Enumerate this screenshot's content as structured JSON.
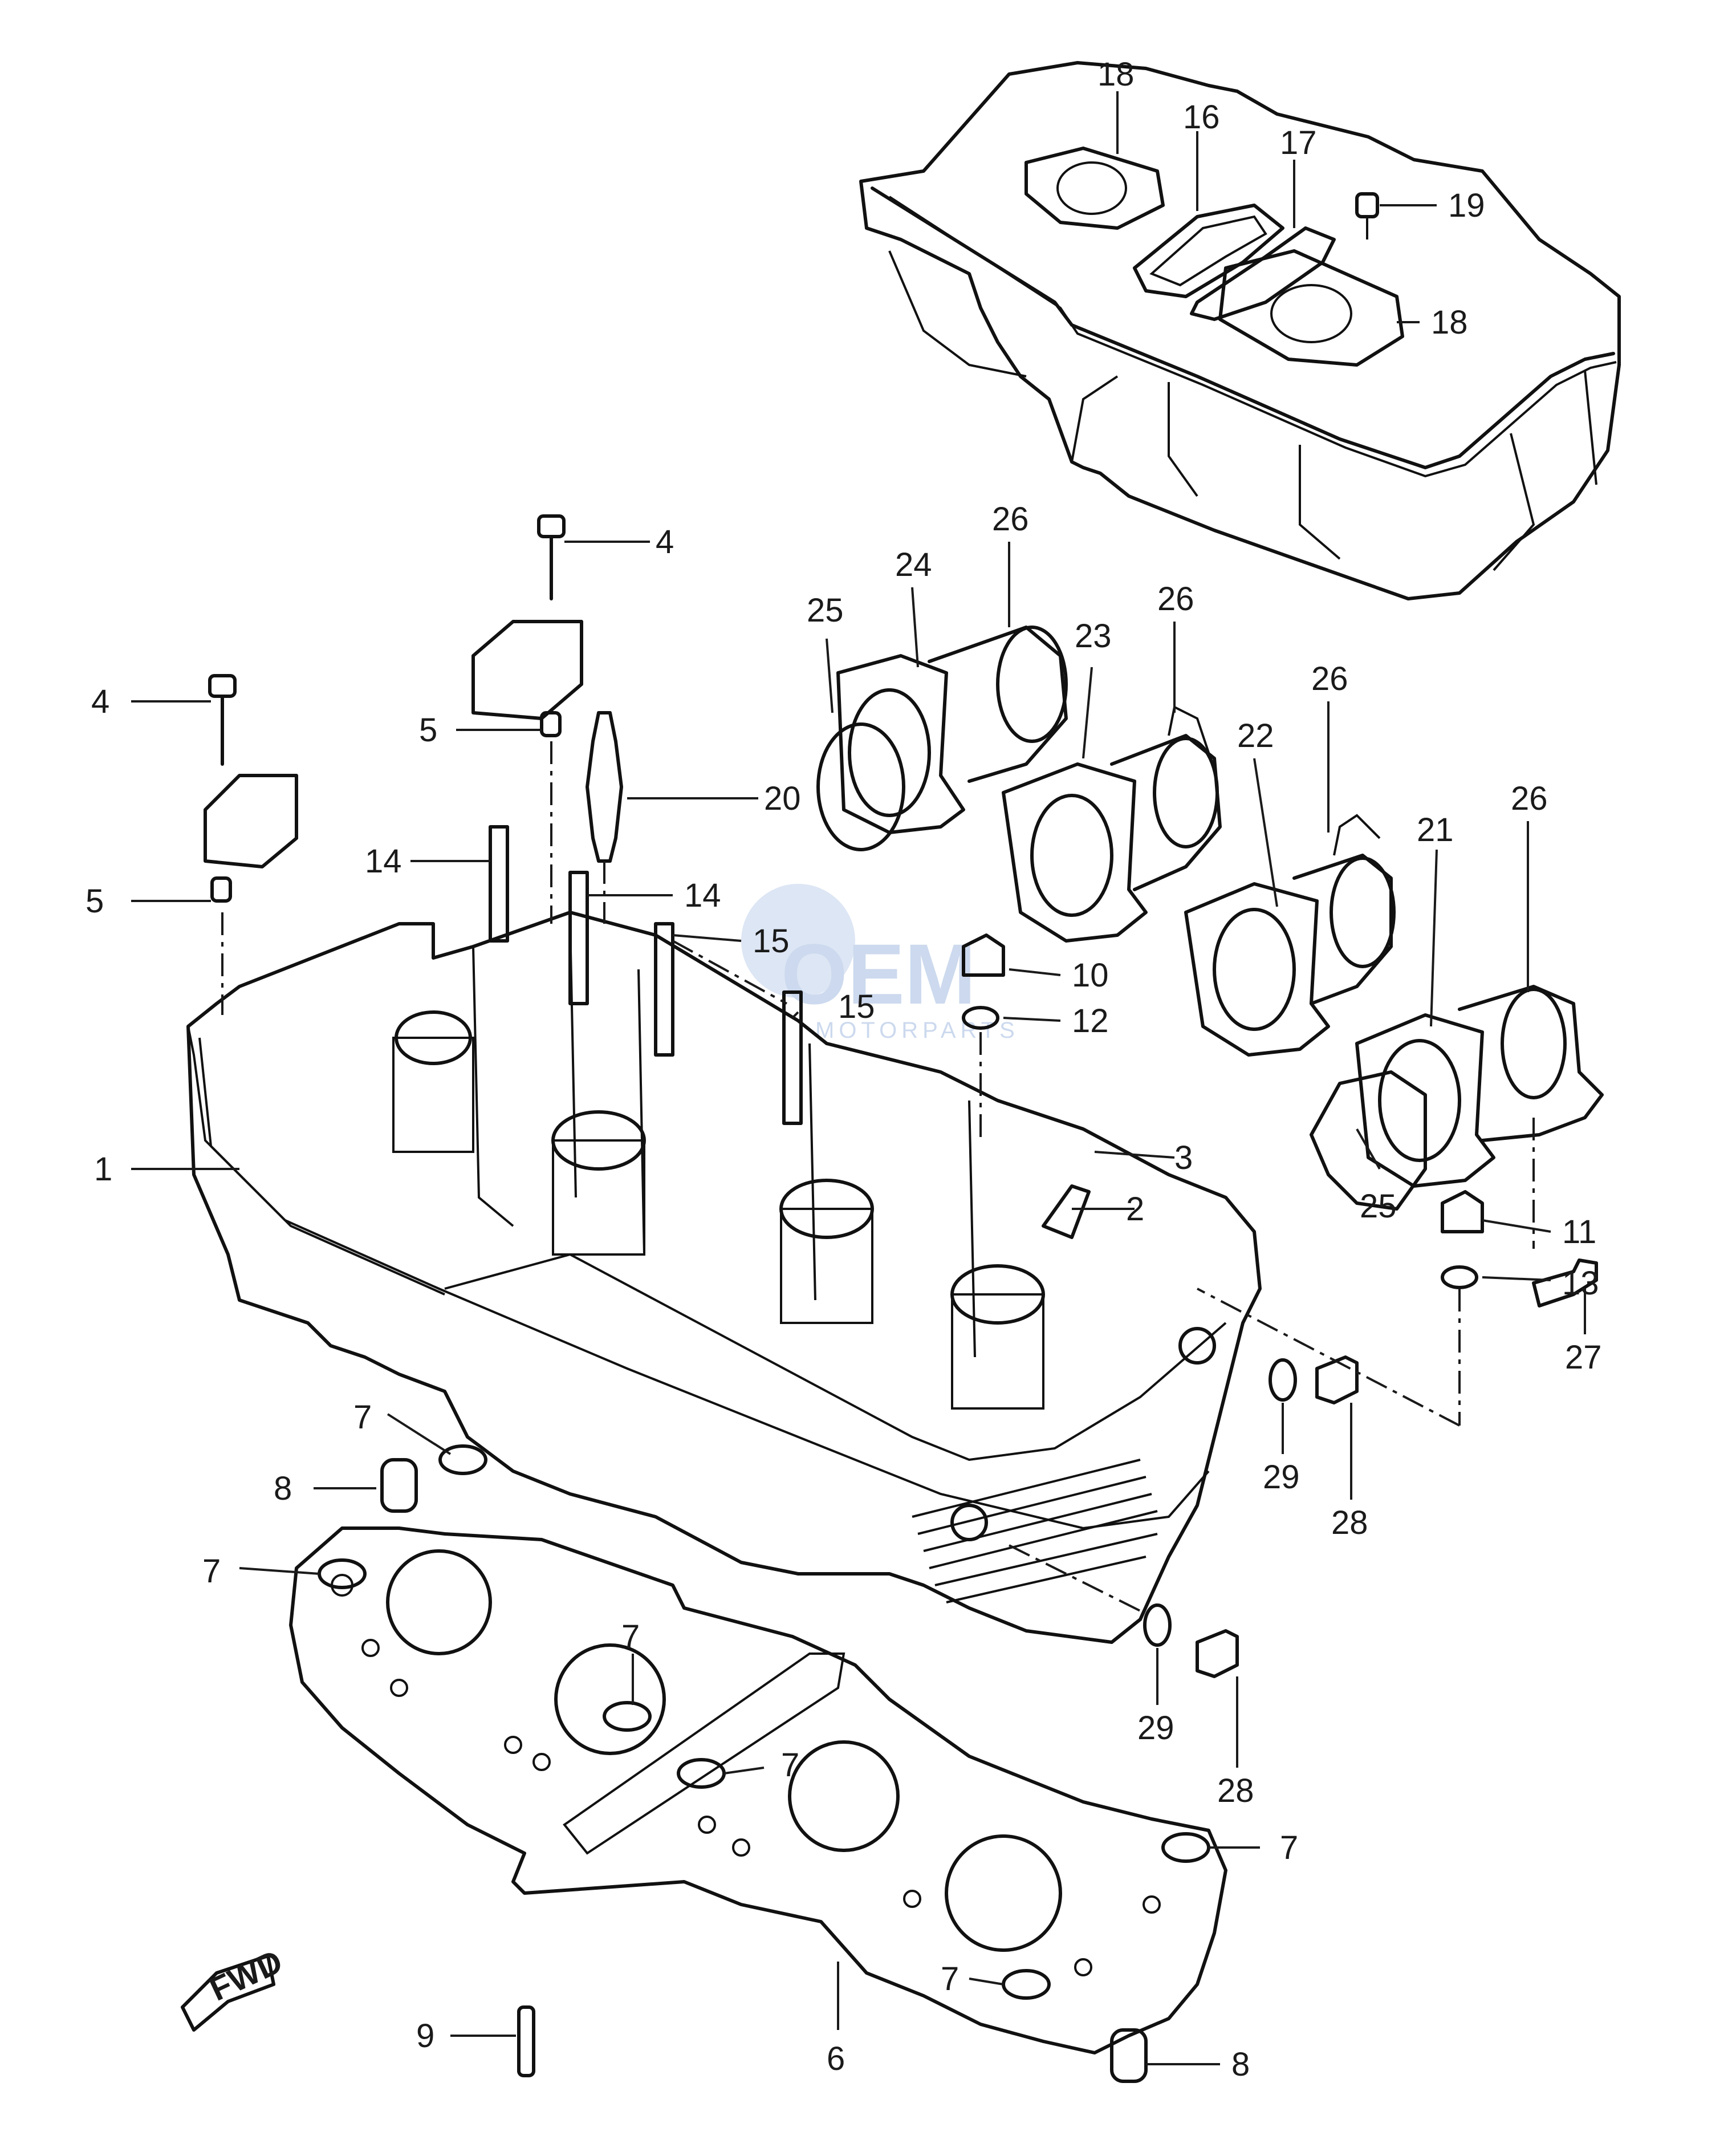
{
  "watermark": {
    "brand": "OEM",
    "sub": "MOTORPARTS"
  },
  "fwd_label": "FWD",
  "callouts": {
    "c1": "1",
    "c2": "2",
    "c3": "3",
    "c4a": "4",
    "c4b": "4",
    "c5a": "5",
    "c5b": "5",
    "c6": "6",
    "c7a": "7",
    "c7b": "7",
    "c7c": "7",
    "c7d": "7",
    "c7e": "7",
    "c7f": "7",
    "c8a": "8",
    "c8b": "8",
    "c9": "9",
    "c10": "10",
    "c11": "11",
    "c12": "12",
    "c13": "13",
    "c14a": "14",
    "c14b": "14",
    "c15a": "15",
    "c15b": "15",
    "c16": "16",
    "c17": "17",
    "c18a": "18",
    "c18b": "18",
    "c19": "19",
    "c20": "20",
    "c21": "21",
    "c22": "22",
    "c23": "23",
    "c24": "24",
    "c25a": "25",
    "c25b": "25",
    "c26a": "26",
    "c26b": "26",
    "c26c": "26",
    "c26d": "26",
    "c27": "27",
    "c28a": "28",
    "c28b": "28",
    "c29a": "29",
    "c29b": "29"
  }
}
